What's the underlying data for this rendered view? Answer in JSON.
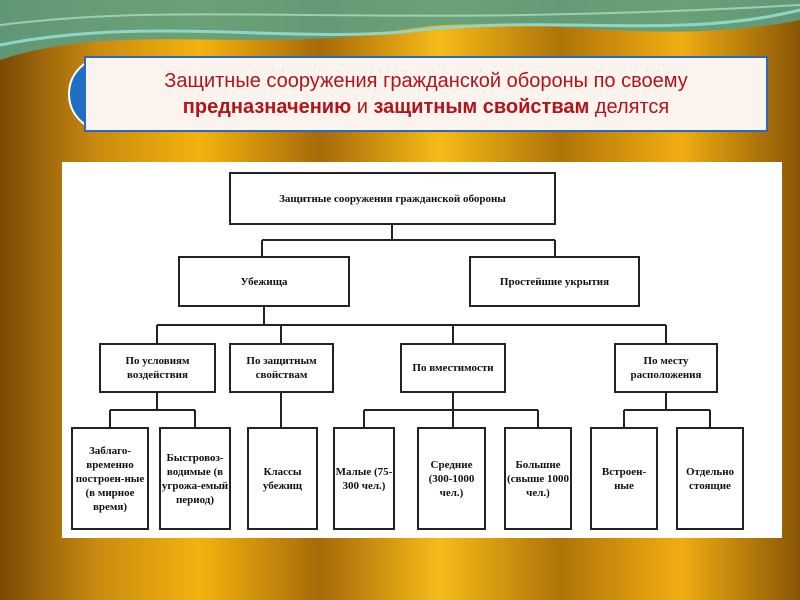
{
  "slide": {
    "title_line1": "Защитные сооружения гражданской обороны по своему",
    "title_bold1": "предназначению",
    "title_mid": " и ",
    "title_bold2": "защитным свойствам",
    "title_end": " делятся"
  },
  "diagram": {
    "root": "Защитные сооружения гражданской обороны",
    "level2": [
      "Убежища",
      "Простейшие укрытия"
    ],
    "level3": [
      "По условиям воздействия",
      "По защитным свойствам",
      "По вместимости",
      "По месту расположения"
    ],
    "level4": [
      "Заблаго-временно построен-ные (в мирное время)",
      "Быстровоз-водимые (в угрожа-емый период)",
      "Классы убежищ",
      "Малые (75-300 чел.)",
      "Средние (300-1000 чел.)",
      "Большие (свыше 1000 чел.)",
      "Встроен-ные",
      "Отдельно стоящие"
    ]
  }
}
